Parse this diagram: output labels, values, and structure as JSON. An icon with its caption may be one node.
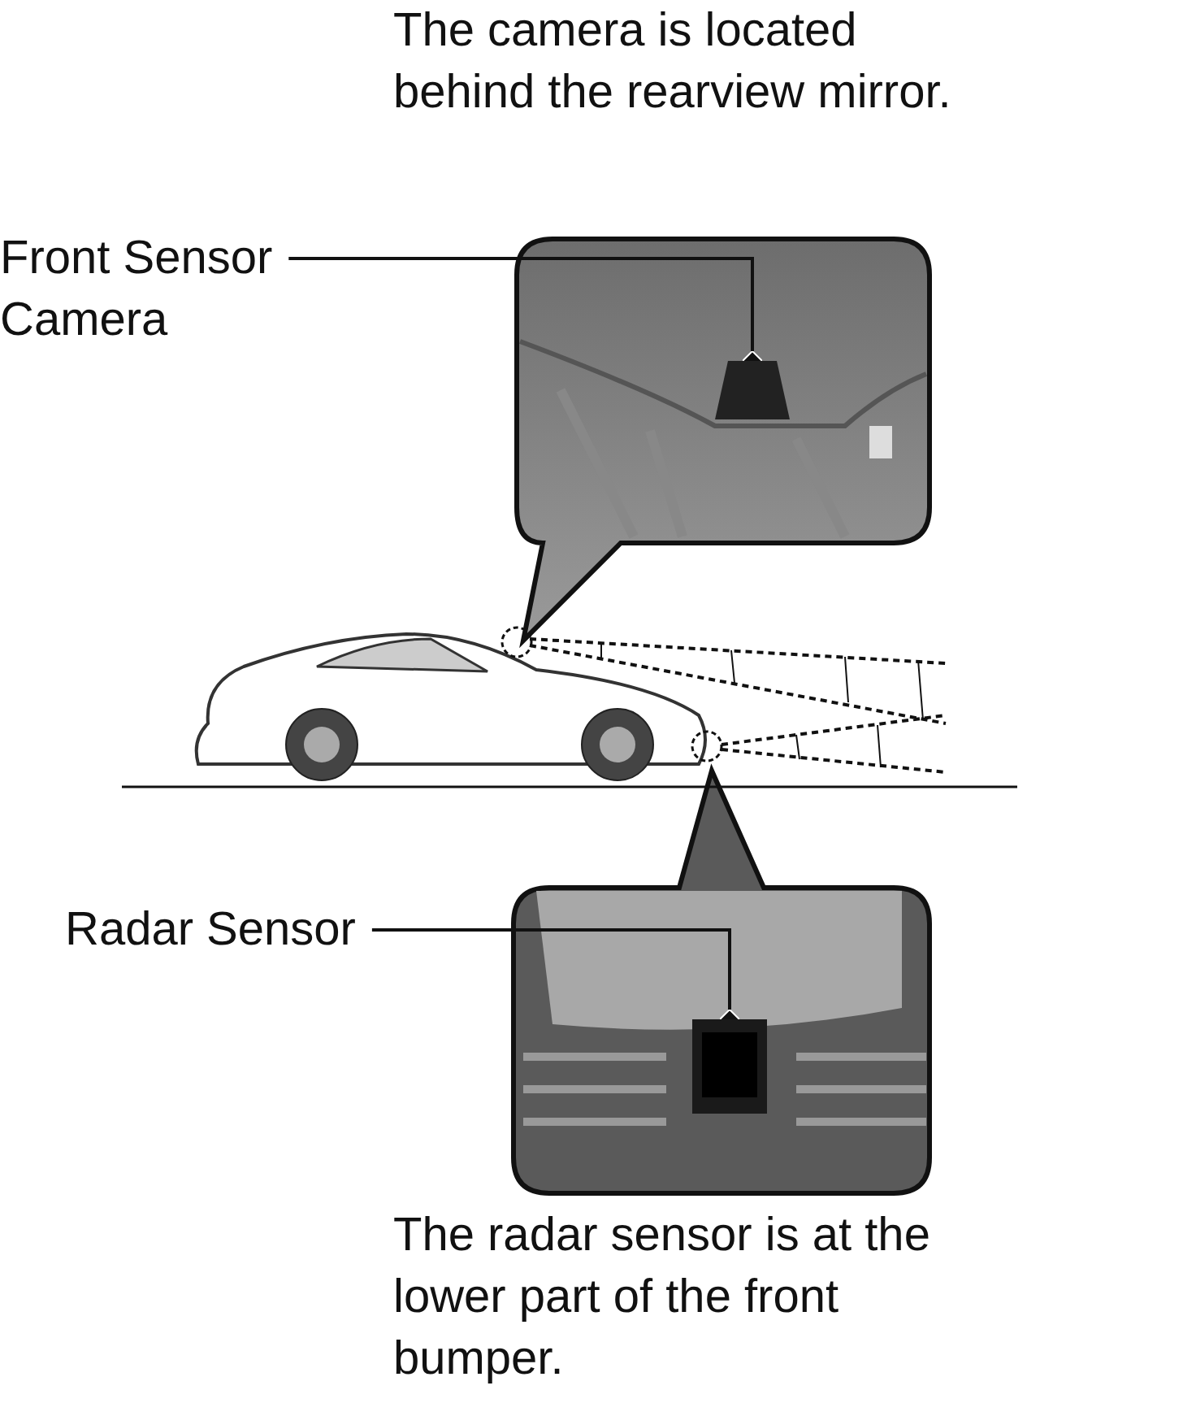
{
  "diagram": {
    "nodes": [
      {
        "text": [
          "Front Sensor Camera"
        ]
      },
      {
        "text": [],
        "shape": "picture"
      },
      {
        "text": [
          "Radar Sensor"
        ]
      },
      {
        "text": [],
        "shape": "picture"
      }
    ],
    "edges": [
      {
        "from": 0,
        "to": 1,
        "arrow": "other"
      },
      {
        "from": 2,
        "to": 3,
        "arrow": "other"
      }
    ],
    "labels": [
      "The camera is located behind the rearview mirror.",
      "The radar sensor is at the lower part of the front bumper."
    ]
  }
}
